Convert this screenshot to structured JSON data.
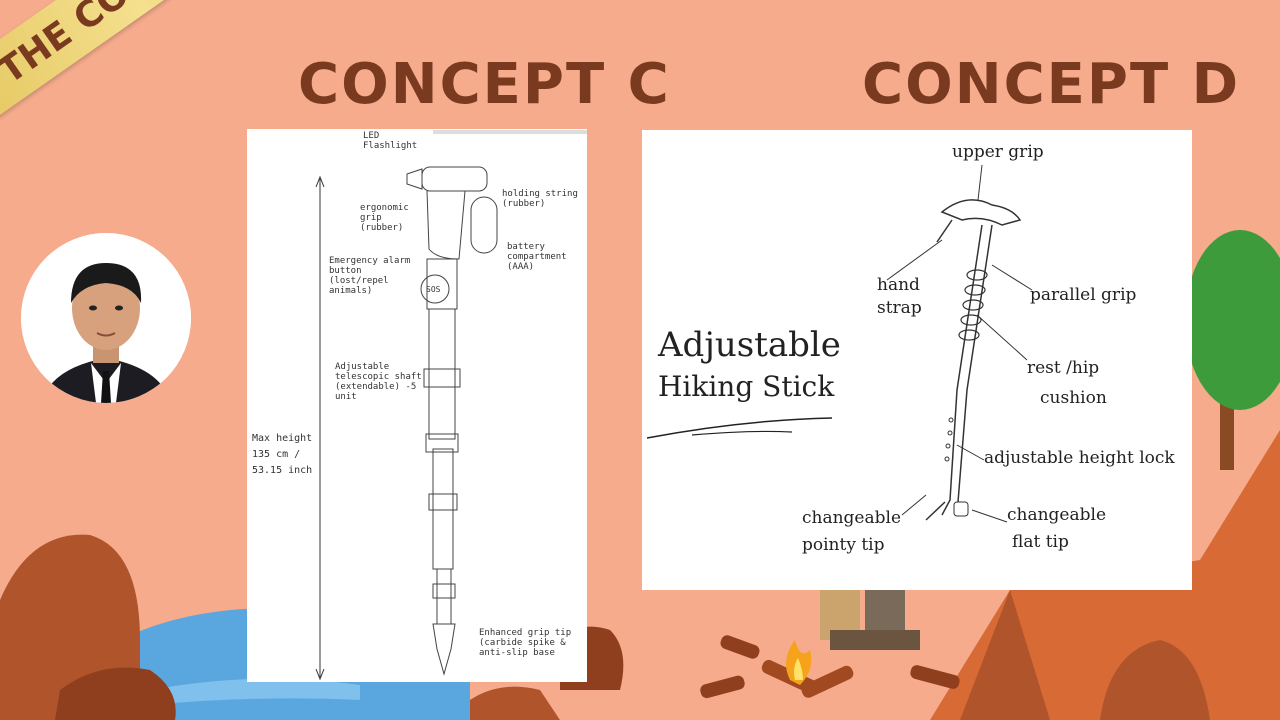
{
  "ribbon": {
    "label": "THE CONCEPTS"
  },
  "concept_c": {
    "title": "CONCEPT C",
    "labels": {
      "led": "LED Flashlight",
      "grip": "ergonomic grip (rubber)",
      "string": "holding string (rubber)",
      "battery": "battery compartment (AAA)",
      "alarm": "Emergency alarm button (lost/repel animals)",
      "sos": "SOS",
      "shaft": "Adjustable telescopic shaft (extendable) -5 unit",
      "height": "Max height 135 cm / 53.15 inch",
      "tip": "Enhanced grip tip (carbide spike & anti-slip base"
    }
  },
  "concept_d": {
    "title": "CONCEPT D",
    "heading_line1": "Adjustable",
    "heading_line2": "Hiking Stick",
    "labels": {
      "upper_grip": "upper grip",
      "hand_strap_1": "hand",
      "hand_strap_2": "strap",
      "parallel_grip": "parallel grip",
      "rest_1": "rest /hip",
      "rest_2": "cushion",
      "lock": "adjustable height lock",
      "pointy_1": "changeable",
      "pointy_2": "pointy tip",
      "flat_1": "changeable",
      "flat_2": "flat tip"
    }
  },
  "colors": {
    "background": "#f5ab8c",
    "title": "#7a3a20",
    "ribbon": "#e3c45a",
    "water": "#5aa7df",
    "rock": "#b0542c",
    "tree": "#3e9b3b"
  }
}
